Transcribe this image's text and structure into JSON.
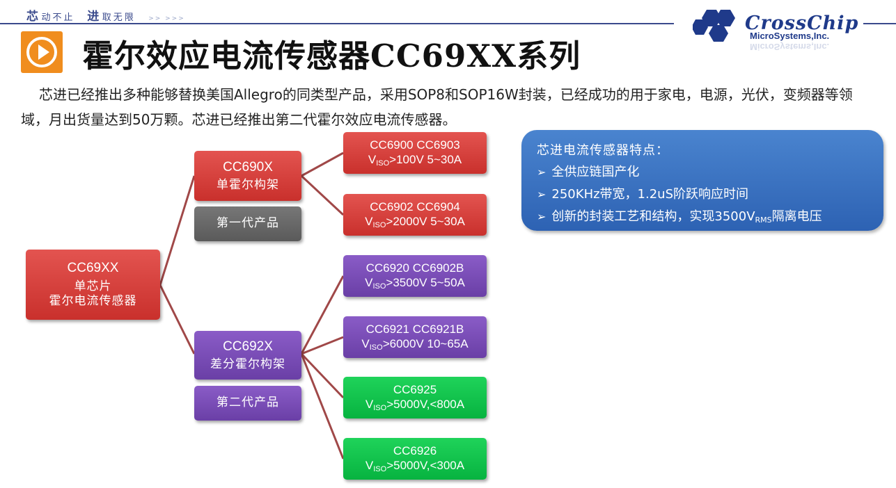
{
  "header": {
    "slogan_a": "芯",
    "slogan_b": "动不止",
    "slogan_c": "进",
    "slogan_d": "取无限",
    "slogan_e": ">> >>>",
    "logo_name": "CrossChip",
    "logo_sub": "MicroSystems,Inc."
  },
  "title": "霍尔效应电流传感器CC69XX系列",
  "intro": "芯进已经推出多种能够替换美国Allegro的同类型产品，采用SOP8和SOP16W封装，已经成功的用于家电，电源，光伏，变频器等领域，月出货量达到50万颗。芯进已经推出第二代霍尔效应电流传感器。",
  "diagram": {
    "root": {
      "line1": "CC69XX",
      "line2": "单芯片",
      "line3": "霍尔电流传感器"
    },
    "branch1": {
      "line1": "CC690X",
      "line2": "单霍尔构架",
      "gen": "第一代产品"
    },
    "branch2": {
      "line1": "CC692X",
      "line2": "差分霍尔构架",
      "gen": "第二代产品"
    },
    "leaves": [
      {
        "models": "CC6900  CC6903",
        "v": "V",
        "sub": "ISO",
        "spec": ">100V 5~30A"
      },
      {
        "models": "CC6902  CC6904",
        "v": "V",
        "sub": "ISO",
        "spec": ">2000V 5~30A"
      },
      {
        "models": "CC6920  CC6902B",
        "v": "V",
        "sub": "ISO",
        "spec": ">3500V 5~50A"
      },
      {
        "models": "CC6921  CC6921B",
        "v": "V",
        "sub": "ISO",
        "spec": ">6000V 10~65A"
      },
      {
        "models": "CC6925",
        "v": "V",
        "sub": "ISO",
        "spec": ">5000V,<800A"
      },
      {
        "models": "CC6926",
        "v": "V",
        "sub": "ISO",
        "spec": ">5000V,<300A"
      }
    ]
  },
  "features": {
    "heading": "芯进电流传感器特点：",
    "bullet": "➢",
    "item1": "全供应链国产化",
    "item2": "250KHz带宽，1.2uS阶跃响应时间",
    "item3_a": "创新的封装工艺和结构，实现3500V",
    "item3_sub": "RMS",
    "item3_b": "隔离电压"
  },
  "colors": {
    "red": "#d9403b",
    "purple": "#7b4dbb",
    "green": "#0fc24a",
    "gray": "#666666",
    "orange": "#f08d1e",
    "connector": "#a04848",
    "feature_bg": "#3a72c2"
  }
}
